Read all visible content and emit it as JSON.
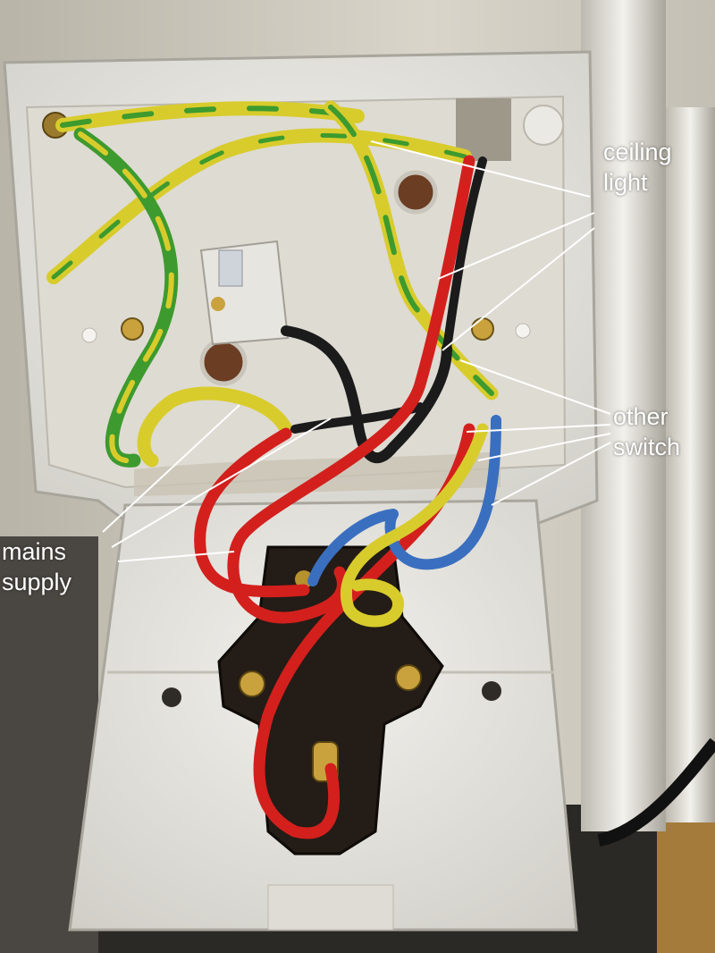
{
  "annotations": {
    "ceiling_light": {
      "line1": "ceiling",
      "line2": "light"
    },
    "other_switch": {
      "line1": "other",
      "line2": "switch"
    },
    "mains_supply": {
      "line1": "mains",
      "line2": "supply"
    }
  },
  "colors": {
    "wall": "#dcd8cd",
    "plastic": "#e9e7e1",
    "faceplate": "#ecebe7",
    "switch_body": "#231c17",
    "live_wire": "#d3201d",
    "neutral_wire": "#1b1b1b",
    "earth_yellow": "#d8cc2c",
    "earth_green": "#3d9a2e",
    "blue_wire": "#3a6fc0",
    "brass": "#c9a23d",
    "pointer": "#ffffff"
  },
  "icons": [
    "screw-terminal-icon",
    "connector-block-icon",
    "rocker-switch-icon"
  ]
}
